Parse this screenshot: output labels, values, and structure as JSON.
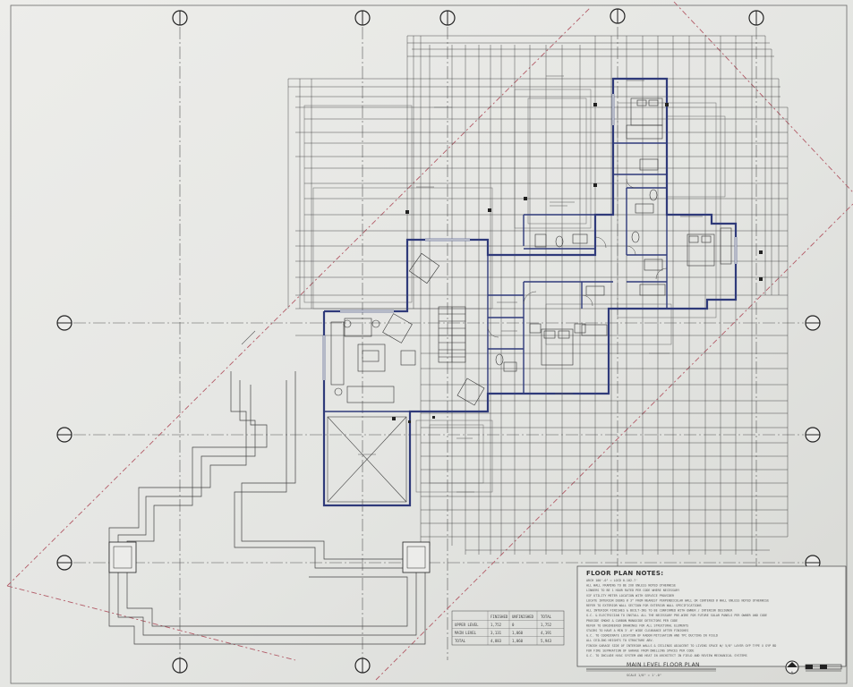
{
  "sheet": {
    "background": "#e6e7e4",
    "line_color": "#3a3a3a",
    "wall_color": "#2f3a7a",
    "property_line_color": "#b25a66"
  },
  "notes": {
    "title": "FLOOR PLAN NOTES:",
    "lines": [
      "ARCH 100'-0\" = LOCD 0-102.7'",
      "ALL WALL FRAMING TO BE 2X6 UNLESS NOTED OTHERWISE",
      "LINKERS TO BE 1 HOUR RATED PER CODE WHERE NECESSARY",
      "VIF UTILITY METER LOCATION WITH SERVICE PROVIDER",
      "LOCATE INTERIOR DOORS @ 3\" FROM NEAREST PERPENDICULAR WALL OR CENTERED @ WALL UNLESS NOTED OTHERWISE",
      "REFER TO EXTERIOR WALL SECTION   FOR EXTERIOR WALL SPECIFICATIONS",
      "ALL INTERIOR FINISHES & BUILT-INS TO BE CONFIRMED WITH OWNER / INTERIOR DESIGNER",
      "G.C. & ELECTRICIAN TO INSTALL ALL THE NECESSARY PRE-WIRE FOR FUTURE SOLAR PANELS PER OWNER AND CODE",
      "PROVIDE SMOKE & CARBON MONOXIDE DETECTORS PER CODE",
      "REFER TO ENGINEERED DRAWINGS FOR ALL STRUCTURAL ELEMENTS",
      "STAIRS TO HAVE A MIN 3'-0\" WIDE CLEARANCE AFTER FINISHES",
      "G.C. TO COORDINATE LOCATION OF RADON MITIGATION AND TPC DUCTING IN FIELD",
      "ALL CEILING HEIGHTS TO STRUCTURE ABV.",
      "FINISH GARAGE SIDE OF INTERIOR WALLS & CEILINGS ADJACENT TO LIVING SPACE W/ 5/8\" LAYER GYP TYPE X GYP BD",
      "FOR FIRE SEPARATION OF GARAGE FROM DWELLING SPACES PER CODE",
      "G.C. TO INCLUDE HVAC SYSTEM AND HEAT IN ARCHITECT IN FIELD AND REVIEW MECHANICAL SYSTEMS"
    ]
  },
  "area_table": {
    "headers": [
      "",
      "FINISHED",
      "UNFINISHED",
      "TOTAL"
    ],
    "rows": [
      [
        "UPPER LEVEL",
        "1,752",
        "0",
        "1,752"
      ],
      [
        "MAIN LEVEL",
        "3,131",
        "1,060",
        "4,191"
      ],
      [
        "TOTAL",
        "4,883",
        "1,060",
        "5,943"
      ]
    ]
  },
  "plan_title": "MAIN LEVEL FLOOR PLAN",
  "scale_label": "SCALE 1/8\" = 1'-0\"",
  "north_arrow_label": "N"
}
